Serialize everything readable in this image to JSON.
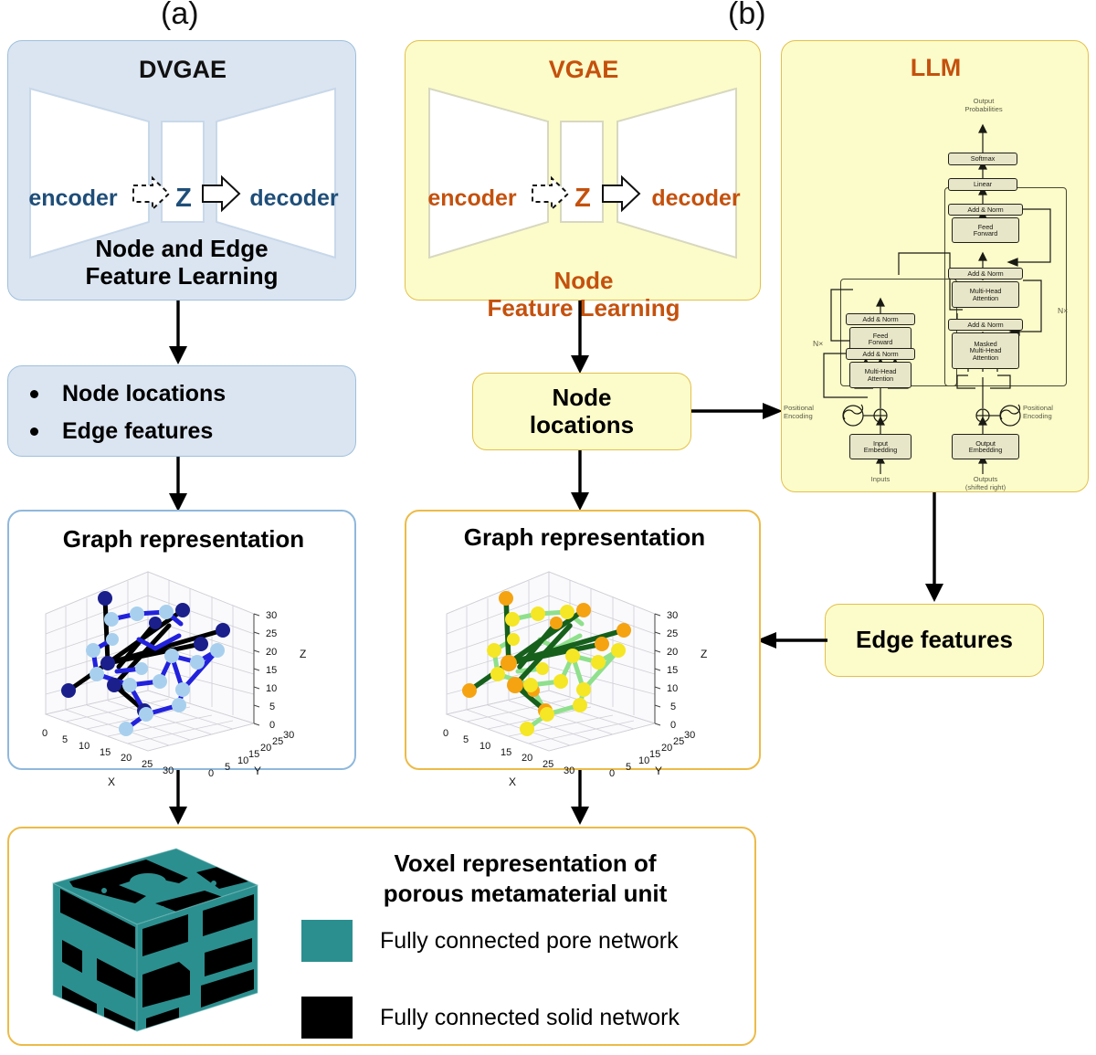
{
  "figure": {
    "panel_a_letter": "(a)",
    "panel_b_letter": "(b)"
  },
  "panel_a": {
    "model_box": {
      "title": "DVGAE",
      "encoder_label": "encoder",
      "latent_label": "Z",
      "decoder_label": "decoder",
      "caption_line1": "Node and Edge",
      "caption_line2": "Feature Learning",
      "fill_color": "#dbe5f1",
      "border_color": "#9fc0dd",
      "text_color": "#1f4e79"
    },
    "outputs_box": {
      "items": [
        "Node locations",
        "Edge features"
      ]
    },
    "graph_box": {
      "title": "Graph representation"
    }
  },
  "panel_b": {
    "model_box": {
      "title": "VGAE",
      "encoder_label": "encoder",
      "latent_label": "Z",
      "decoder_label": "decoder",
      "caption_line1": "Node",
      "caption_line2": "Feature Learning",
      "fill_color": "#fcfcca",
      "border_color": "#e3c04a",
      "text_color": "#c4510d"
    },
    "node_locations_box": {
      "line1": "Node",
      "line2": "locations"
    },
    "graph_box": {
      "title": "Graph representation"
    },
    "llm_box": {
      "title": "LLM",
      "output_probabilities": "Output\nProbabilities",
      "blocks": {
        "softmax": "Softmax",
        "linear": "Linear",
        "add_norm": "Add & Norm",
        "feed_forward": "Feed\nForward",
        "multi_head_attention": "Multi-Head\nAttention",
        "masked_multi_head_attention": "Masked\nMulti-Head\nAttention",
        "input_embedding": "Input\nEmbedding",
        "output_embedding": "Output\nEmbedding"
      },
      "positional_encoding": "Positional\nEncoding",
      "nx_label": "N×",
      "inputs_label": "Inputs",
      "outputs_label": "Outputs\n(shifted right)"
    },
    "edge_features_box": {
      "label": "Edge features"
    }
  },
  "voxel_panel": {
    "title_line1": "Voxel representation of",
    "title_line2": "porous metamaterial unit",
    "legend": [
      {
        "color": "#2c8f8f",
        "label": "Fully connected pore network"
      },
      {
        "color": "#000000",
        "label": "Fully connected solid network"
      }
    ]
  },
  "chart_data": [
    {
      "type": "scatter",
      "id": "graph-a",
      "title": "Graph representation",
      "xlabel": "X",
      "ylabel": "Y",
      "zlabel": "Z",
      "xticks": [
        0,
        5,
        10,
        15,
        20,
        25,
        30
      ],
      "yticks": [
        0,
        5,
        10,
        15,
        20,
        25,
        30
      ],
      "zticks": [
        0,
        5,
        10,
        15,
        20,
        25,
        30
      ],
      "xlim": [
        0,
        30
      ],
      "ylim": [
        0,
        30
      ],
      "zlim": [
        0,
        30
      ],
      "grid": true,
      "node_colors": [
        "#1a1f8c",
        "#a8d0ee"
      ],
      "edge_colors": [
        "#000000",
        "#2222dd"
      ]
    },
    {
      "type": "scatter",
      "id": "graph-b",
      "title": "Graph representation",
      "xlabel": "X",
      "ylabel": "Y",
      "zlabel": "Z",
      "xticks": [
        0,
        5,
        10,
        15,
        20,
        25,
        30
      ],
      "yticks": [
        0,
        5,
        10,
        15,
        20,
        25,
        30
      ],
      "zticks": [
        0,
        5,
        10,
        15,
        20,
        25,
        30
      ],
      "xlim": [
        0,
        30
      ],
      "ylim": [
        0,
        30
      ],
      "zlim": [
        0,
        30
      ],
      "grid": true,
      "node_colors": [
        "#f5a311",
        "#f5e626"
      ],
      "edge_colors": [
        "#16601c",
        "#8fe08c"
      ]
    }
  ]
}
